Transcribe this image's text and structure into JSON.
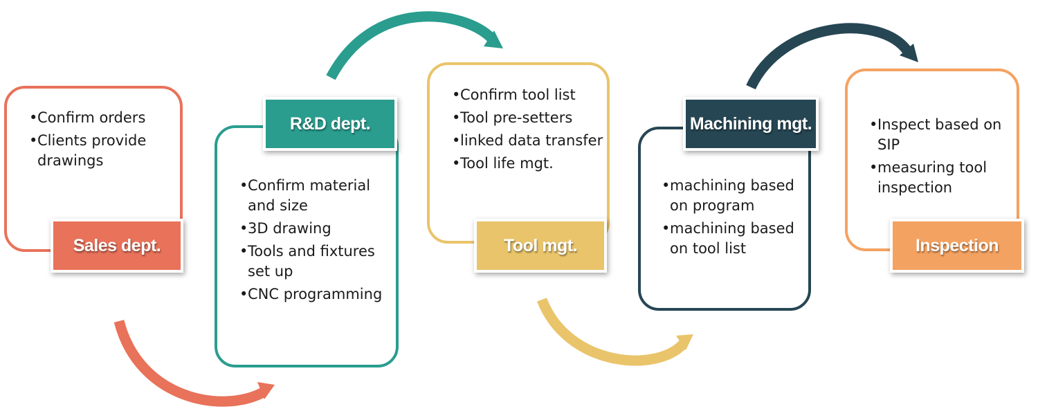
{
  "stages": [
    {
      "id": "sales",
      "label": "Sales dept.",
      "color": "#e8725a",
      "items": [
        "Confirm orders",
        "Clients provide drawings"
      ]
    },
    {
      "id": "rd",
      "label": "R&D dept.",
      "color": "#2a9d8f",
      "items": [
        "Confirm material and size",
        "3D drawing",
        "Tools  and fixtures set up",
        "CNC programming"
      ]
    },
    {
      "id": "tool",
      "label": "Tool mgt.",
      "color": "#e9c46a",
      "items": [
        "Confirm tool list",
        "Tool pre-setters",
        "linked data transfer",
        "Tool life mgt."
      ]
    },
    {
      "id": "machining",
      "label": "Machining mgt.",
      "color": "#264653",
      "items": [
        "machining based on program",
        "machining based on tool list"
      ]
    },
    {
      "id": "inspection",
      "label": "Inspection",
      "color": "#f4a261",
      "items": [
        "Inspect based on SIP",
        "measuring tool inspection"
      ]
    }
  ]
}
